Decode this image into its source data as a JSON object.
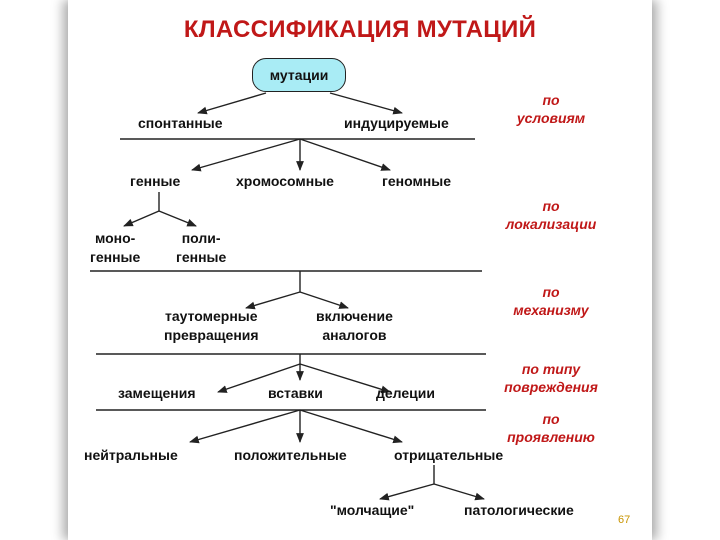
{
  "slide": {
    "title": "КЛАССИФИКАЦИЯ МУТАЦИЙ",
    "page_number": "67"
  },
  "tree": {
    "root": "мутации",
    "by_conditions": [
      "спонтанные",
      "индуцируемые"
    ],
    "by_localization": [
      "генные",
      "хромосомные",
      "геномные"
    ],
    "gene_subtypes": [
      {
        "line1": "моно-",
        "line2": "генные"
      },
      {
        "line1": "поли-",
        "line2": "генные"
      }
    ],
    "by_mechanism": [
      {
        "line1": "таутомерные",
        "line2": "превращения"
      },
      {
        "line1": "включение",
        "line2": "аналогов"
      }
    ],
    "by_damage_type": [
      "замещения",
      "вставки",
      "делеции"
    ],
    "by_manifestation": [
      "нейтральные",
      "положительные",
      "отрицательные"
    ],
    "negative_subtypes": [
      "\"молчащие\"",
      "патологические"
    ]
  },
  "categories": [
    {
      "line1": "по",
      "line2": "условиям"
    },
    {
      "line1": "по",
      "line2": "локализации"
    },
    {
      "line1": "по",
      "line2": "механизму"
    },
    {
      "line1": "по типу",
      "line2": "повреждения"
    },
    {
      "line1": "по",
      "line2": "проявлению"
    }
  ],
  "colors": {
    "title": "#c01818",
    "category_text": "#c01818",
    "root_fill": "#a9ecf5",
    "lines": "#222222",
    "page_number": "#c89400"
  }
}
